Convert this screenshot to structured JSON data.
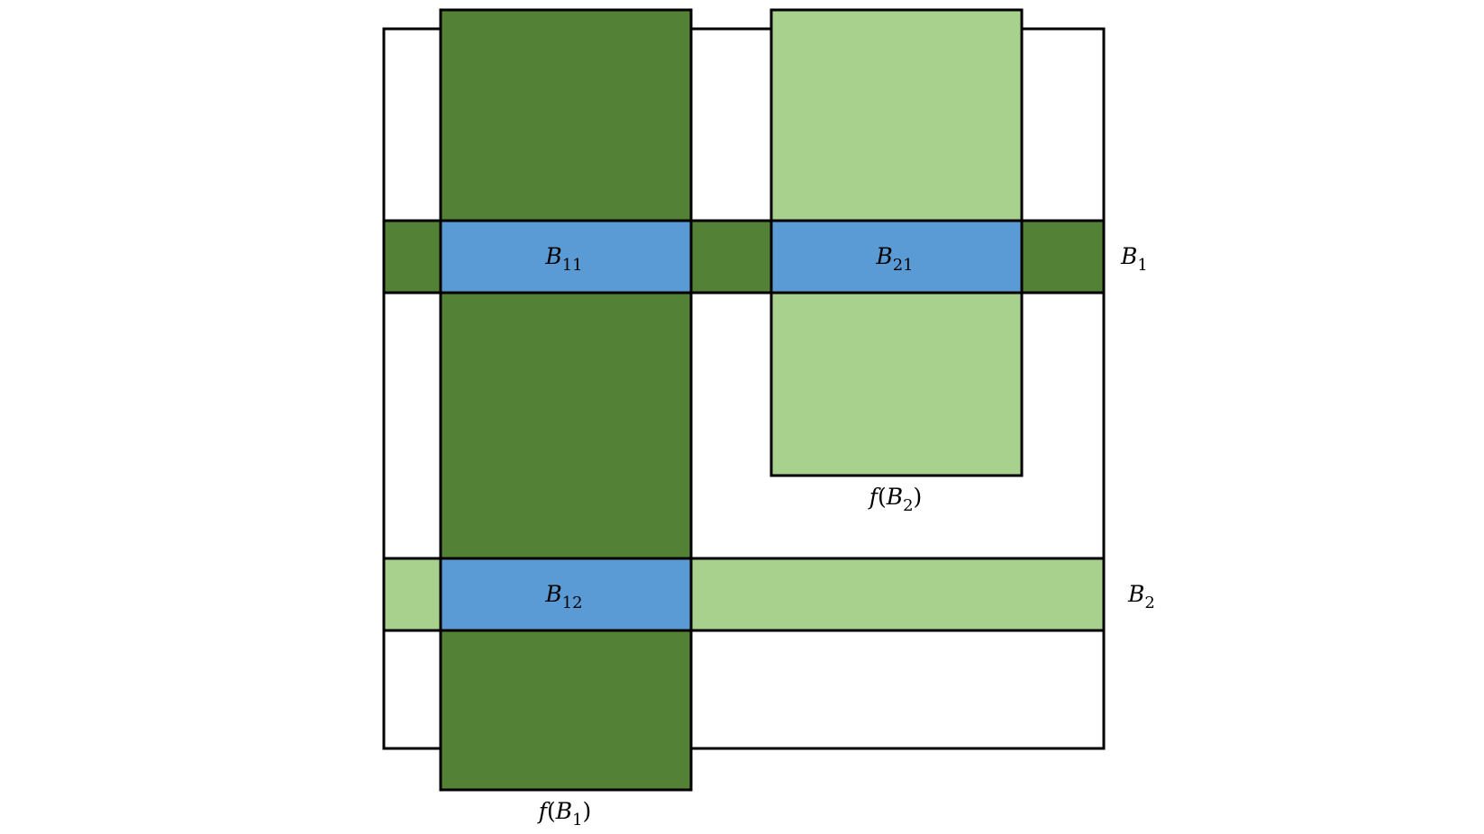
{
  "colors": {
    "dark_green": "#538135",
    "light_green": "#A9D18E",
    "blue": "#5B9BD5",
    "outline": "#000000",
    "background": "#FFFFFF"
  },
  "labels": {
    "b11": {
      "base": "B",
      "sub": "11"
    },
    "b21": {
      "base": "B",
      "sub": "21"
    },
    "b12": {
      "base": "B",
      "sub": "12"
    },
    "b1": {
      "base": "B",
      "sub": "1"
    },
    "b2": {
      "base": "B",
      "sub": "2"
    },
    "f_b1": {
      "func": "f",
      "open": "(",
      "base": "B",
      "sub": "1",
      "close": ")"
    },
    "f_b2": {
      "func": "f",
      "open": "(",
      "base": "B",
      "sub": "2",
      "close": ")"
    }
  }
}
